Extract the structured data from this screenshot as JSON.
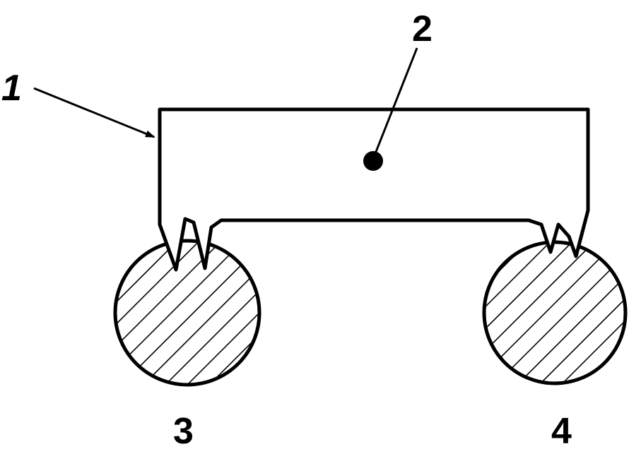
{
  "diagram": {
    "labels": {
      "body": "1",
      "center_point": "2",
      "left_rod": "3",
      "right_rod": "4"
    },
    "colors": {
      "line": "#000000",
      "background": "#ffffff"
    },
    "parts": {
      "body": "bridge-shaped-body",
      "center_point": "filled-dot",
      "left_rod": "hatched-circle",
      "right_rod": "hatched-circle"
    }
  }
}
